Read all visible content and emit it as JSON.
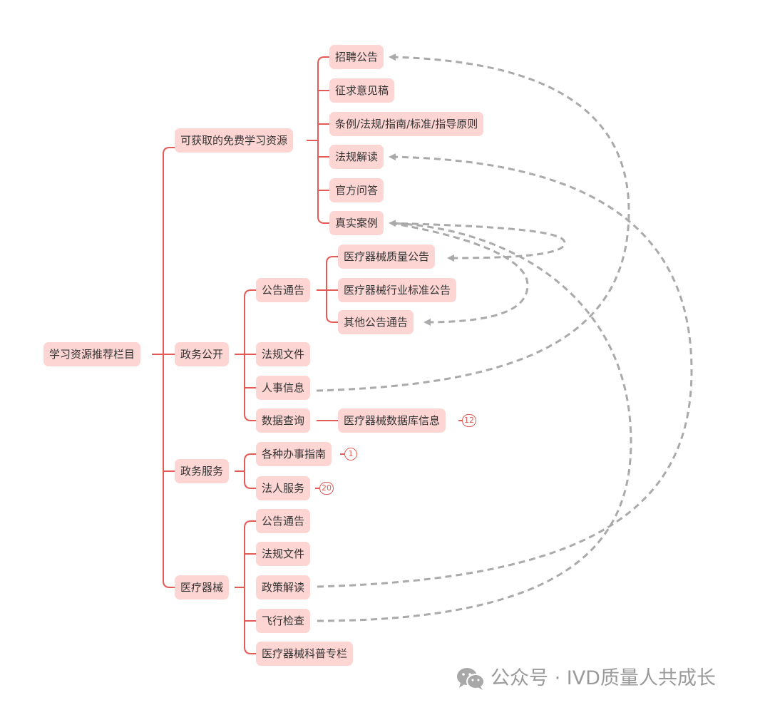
{
  "colors": {
    "branch": "#e45a55",
    "node_fill": "#fdd6d4",
    "arrow": "#aaaaaa",
    "watermark": "#9a9a9a"
  },
  "mindmap": {
    "root": "学习资源推荐栏目",
    "branches": [
      {
        "label": "可获取的免费学习资源",
        "children": [
          "招聘公告",
          "征求意见稿",
          "条例/法规/指南/标准/指导原则",
          "法规解读",
          "官方问答",
          "真实案例"
        ]
      },
      {
        "label": "政务公开",
        "children": [
          {
            "label": "公告通告",
            "children": [
              "医疗器械质量公告",
              "医疗器械行业标准公告",
              "其他公告通告"
            ]
          },
          {
            "label": "法规文件"
          },
          {
            "label": "人事信息"
          },
          {
            "label": "数据查询",
            "children": [
              {
                "label": "医疗器械数据库信息",
                "badge": "12"
              }
            ]
          }
        ]
      },
      {
        "label": "政务服务",
        "children": [
          {
            "label": "各种办事指南",
            "badge": "1"
          },
          {
            "label": "法人服务",
            "badge": "20"
          }
        ]
      },
      {
        "label": "医疗器械",
        "children": [
          "公告通告",
          "法规文件",
          "政策解读",
          "飞行检查",
          "医疗器械科普专栏"
        ]
      }
    ]
  },
  "watermark": {
    "icon": "wechat-icon",
    "text": "公众号 · IVD质量人共成长"
  }
}
